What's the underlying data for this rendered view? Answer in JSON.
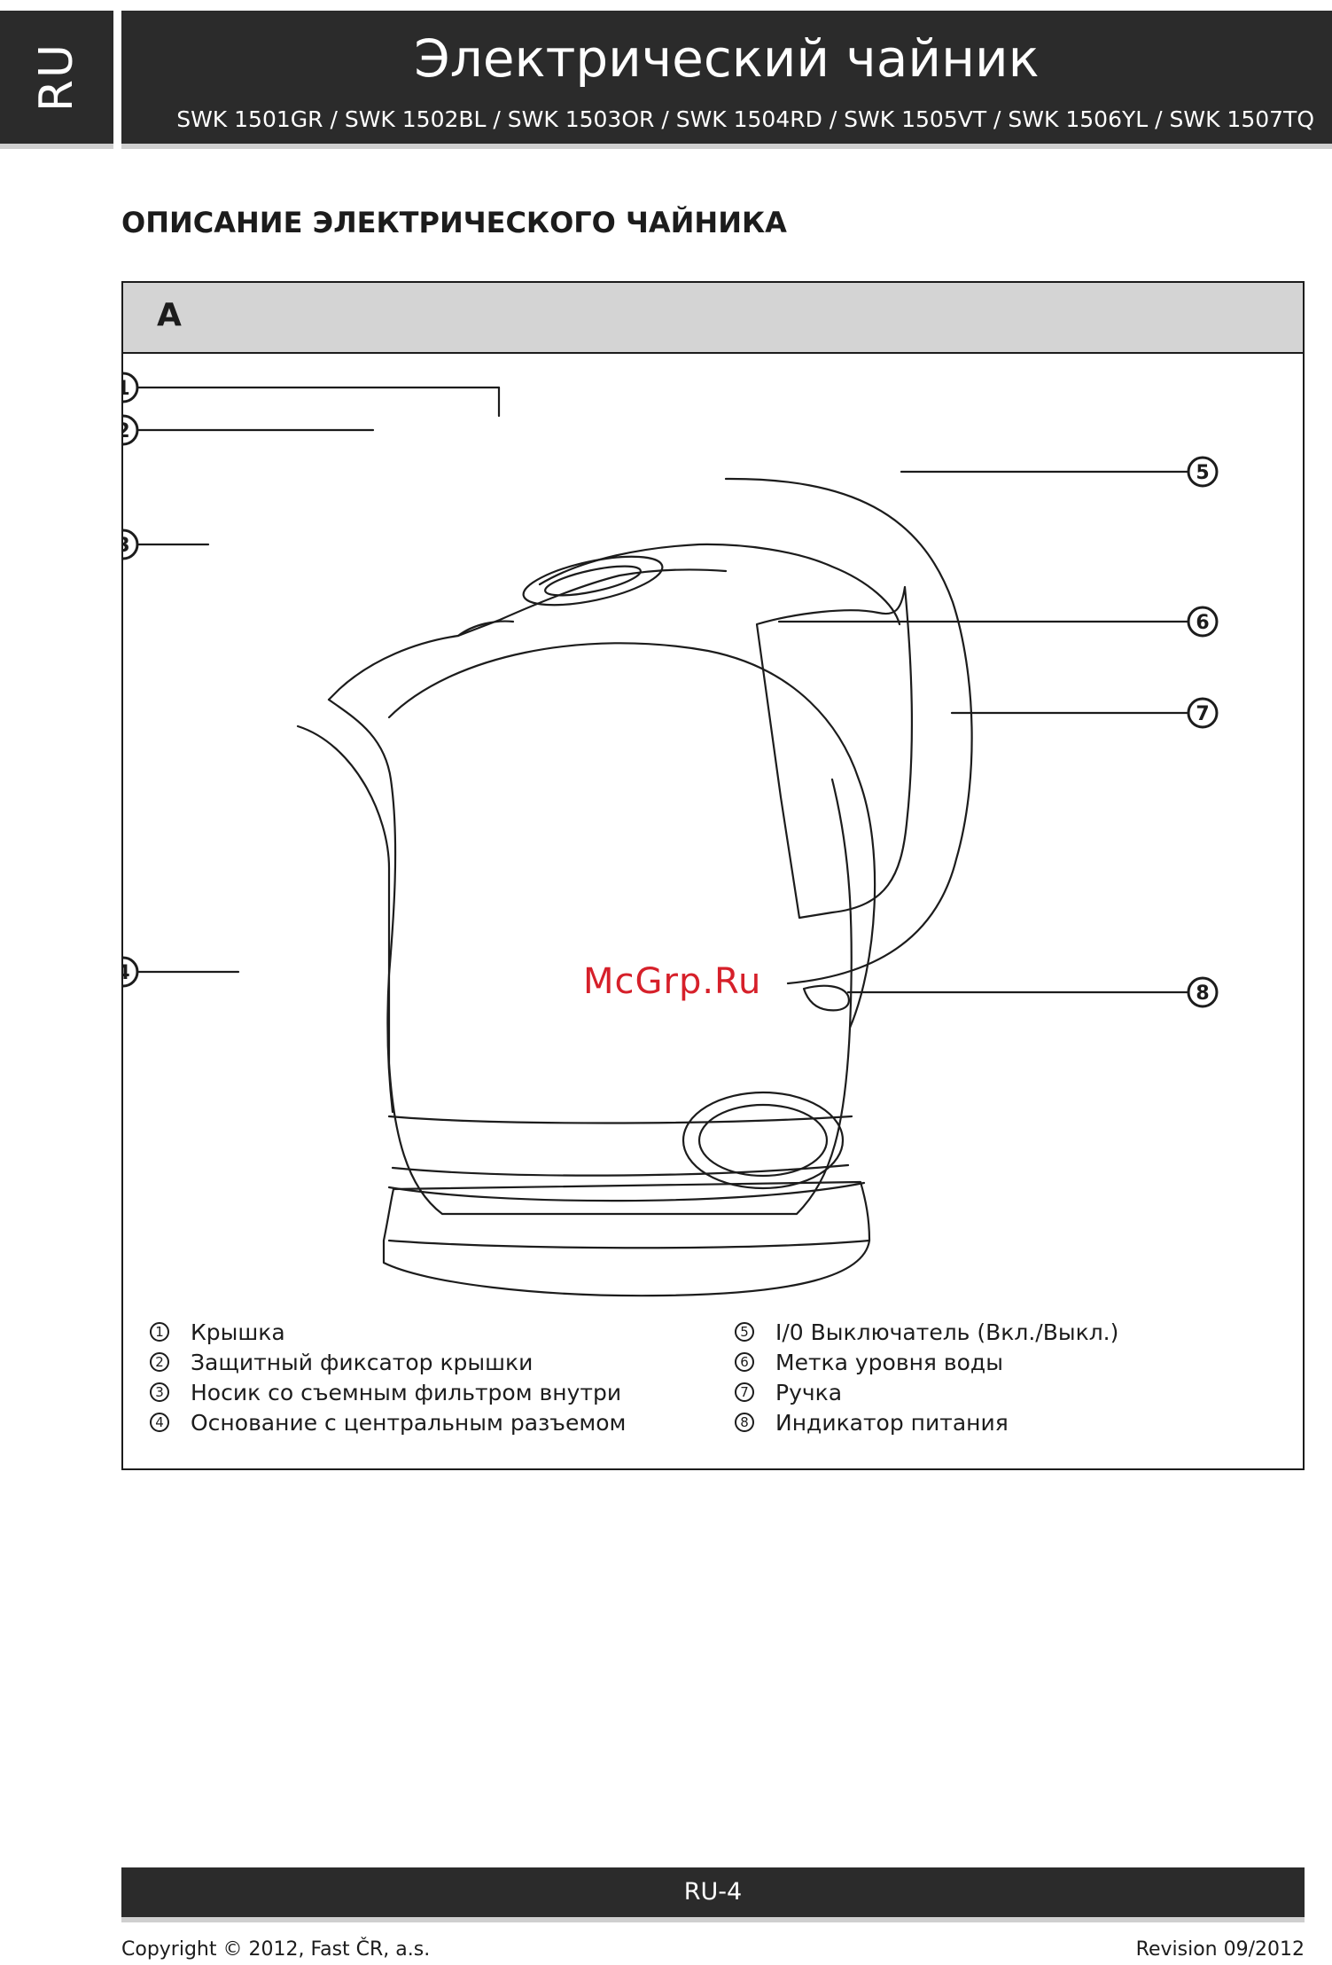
{
  "header": {
    "language": "RU",
    "title": "Электрический чайник",
    "models": "SWK 1501GR / SWK 1502BL / SWK 1503OR / SWK 1504RD / SWK 1505VT / SWK 1506YL / SWK 1507TQ"
  },
  "section": {
    "heading": "ОПИСАНИЕ ЭЛЕКТРИЧЕСКОГО ЧАЙНИКА"
  },
  "figure": {
    "label": "A",
    "callouts": [
      "1",
      "2",
      "3",
      "4",
      "5",
      "6",
      "7",
      "8"
    ],
    "watermark": "McGrp.Ru"
  },
  "legend": {
    "left": [
      {
        "num": "1",
        "text": "Крышка"
      },
      {
        "num": "2",
        "text": "Защитный фиксатор крышки"
      },
      {
        "num": "3",
        "text": "Носик со съемным фильтром внутри"
      },
      {
        "num": "4",
        "text": "Основание с центральным разъемом"
      }
    ],
    "right": [
      {
        "num": "5",
        "text": "I/0 Выключатель (Вкл./Выкл.)"
      },
      {
        "num": "6",
        "text": "Метка уровня воды"
      },
      {
        "num": "7",
        "text": "Ручка"
      },
      {
        "num": "8",
        "text": "Индикатор питания"
      }
    ]
  },
  "footer": {
    "page": "RU-4",
    "copyright": "Copyright © 2012, Fast ČR, a.s.",
    "revision": "Revision 09/2012"
  }
}
